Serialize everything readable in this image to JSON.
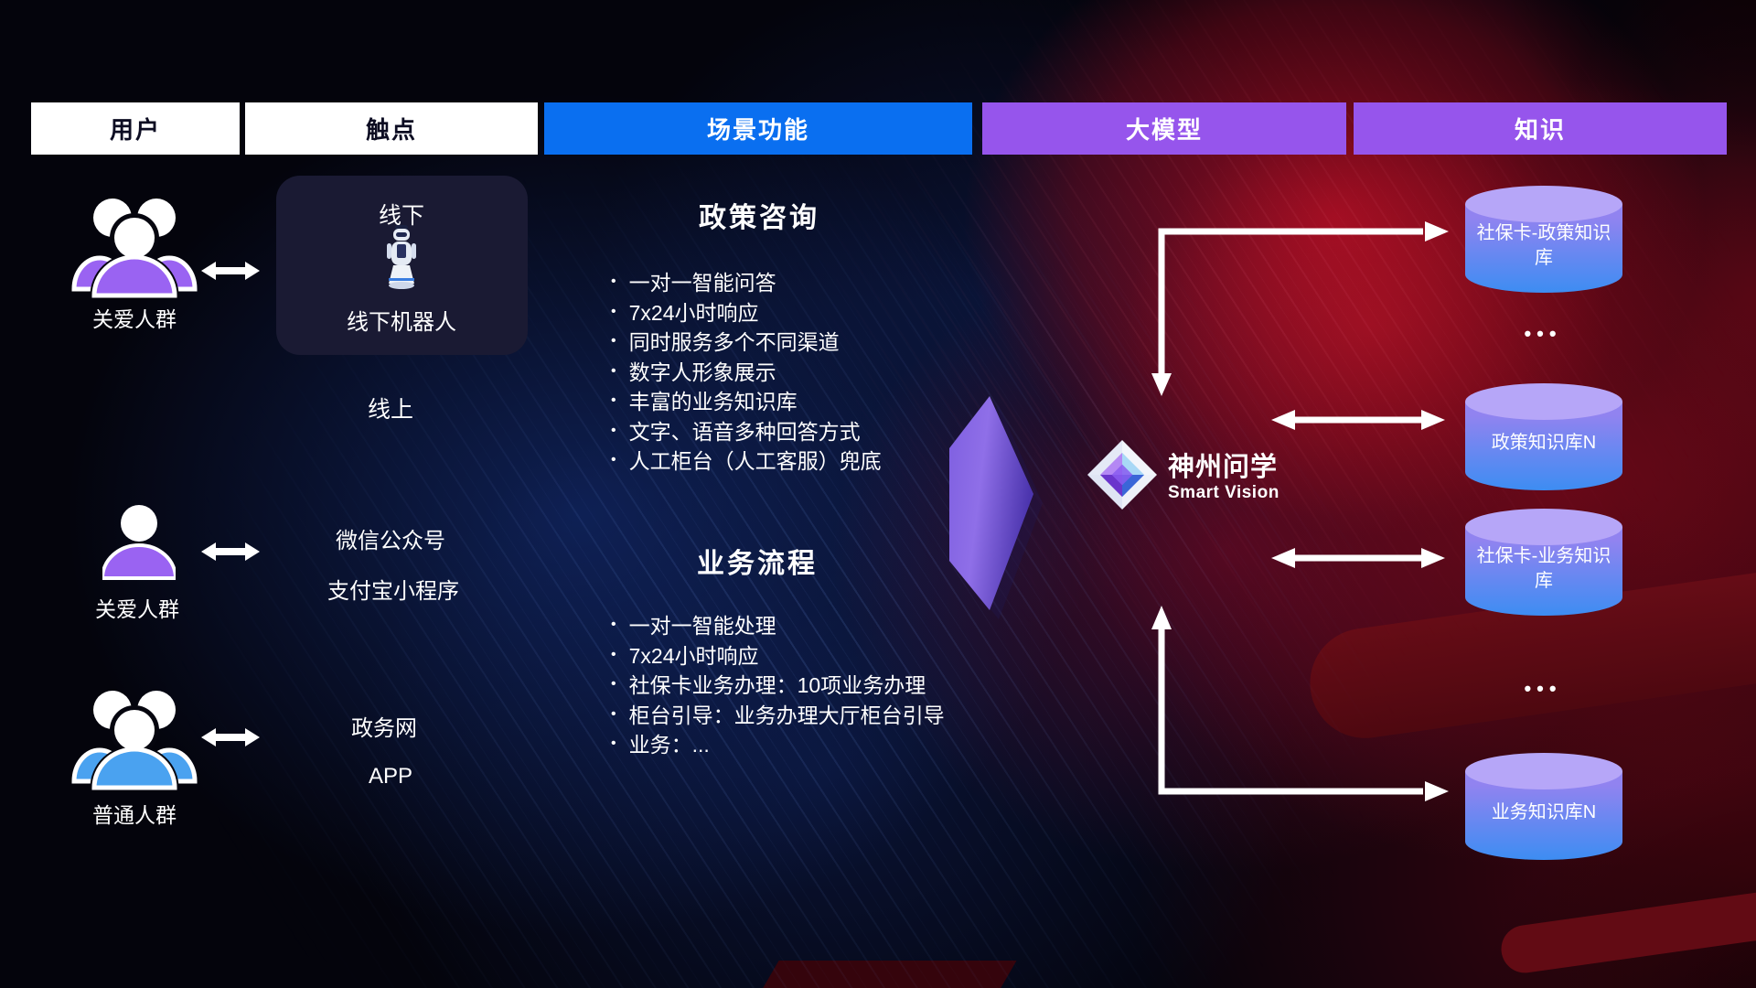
{
  "header": {
    "users": "用户",
    "touchpoints": "触点",
    "scenes": "场景功能",
    "model": "大模型",
    "knowledge": "知识"
  },
  "users": {
    "group1": {
      "label": "关爱人群"
    },
    "group2": {
      "label": "关爱人群"
    },
    "group3": {
      "label": "普通人群"
    }
  },
  "touchpoints": {
    "offline": {
      "title": "线下",
      "robot_label": "线下机器人"
    },
    "online": {
      "title": "线上",
      "wechat": "微信公众号",
      "alipay": "支付宝小程序",
      "gov": "政务网",
      "app": "APP"
    }
  },
  "scenes": {
    "policy": {
      "title": "政策咨询",
      "items": [
        "一对一智能问答",
        "7x24小时响应",
        "同时服务多个不同渠道",
        "数字人形象展示",
        "丰富的业务知识库",
        "文字、语音多种回答方式",
        "人工柜台（人工客服）兜底"
      ]
    },
    "business": {
      "title": "业务流程",
      "items": [
        "一对一智能处理",
        "7x24小时响应",
        "社保卡业务办理：10项业务办理",
        "柜台引导：业务办理大厅柜台引导",
        "业务：..."
      ]
    }
  },
  "logo": {
    "name": "神州问学",
    "subtitle": "Smart Vision"
  },
  "knowledge": {
    "db1": "社保卡-政策知识库",
    "ellipsis1": "•••",
    "db2": "政策知识库N",
    "db3": "社保卡-业务知识库",
    "ellipsis2": "•••",
    "db4": "业务知识库N"
  },
  "colors": {
    "header_blue": "#0a6ff0",
    "header_purple": "#9655ec",
    "arrow_purple": "#7e5ce0",
    "db_top": "#b6a6f8",
    "db_body_top": "#9183f0",
    "db_body_bottom": "#3d8df2",
    "user_purple": "#9a63f2",
    "user_blue": "#4aa2f0"
  }
}
